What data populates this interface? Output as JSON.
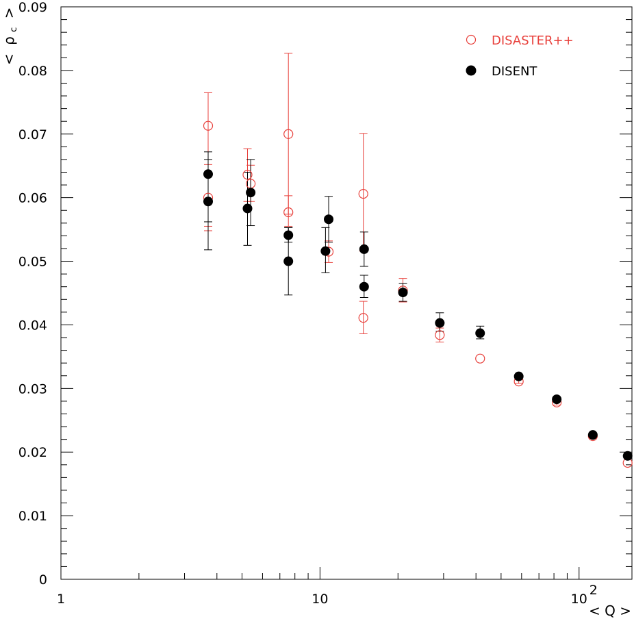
{
  "chart_data": {
    "type": "scatter",
    "title": "",
    "xlabel": "< Q >",
    "ylabel": "< ρc >",
    "ylabel_main": "ρ",
    "ylabel_sub": "c",
    "xscale": "log",
    "xlim": [
      1,
      160
    ],
    "ylim": [
      0,
      0.09
    ],
    "y_ticks": [
      0,
      0.01,
      0.02,
      0.03,
      0.04,
      0.05,
      0.06,
      0.07,
      0.08,
      0.09
    ],
    "y_tick_labels": [
      "0",
      "0.01",
      "0.02",
      "0.03",
      "0.04",
      "0.05",
      "0.06",
      "0.07",
      "0.08",
      "0.09"
    ],
    "x_ticks": [
      1,
      10,
      100
    ],
    "x_tick_labels": [
      {
        "base": "1",
        "exp": ""
      },
      {
        "base": "10",
        "exp": ""
      },
      {
        "base": "10",
        "exp": "2"
      }
    ],
    "grid": false,
    "legend_position": "top-right",
    "series": [
      {
        "name": "DISASTER++",
        "marker": "open-circle",
        "color": "#e8413c",
        "points": [
          {
            "x": 3.7,
            "y": 0.0713,
            "lo": 0.0548,
            "hi": 0.0765
          },
          {
            "x": 3.7,
            "y": 0.06,
            "lo": 0.0555,
            "hi": 0.0652
          },
          {
            "x": 5.25,
            "y": 0.0636,
            "lo": 0.0594,
            "hi": 0.0677
          },
          {
            "x": 5.4,
            "y": 0.0622,
            "lo": 0.0594,
            "hi": 0.0651
          },
          {
            "x": 7.55,
            "y": 0.07,
            "lo": 0.0574,
            "hi": 0.0827
          },
          {
            "x": 7.55,
            "y": 0.0577,
            "lo": 0.0555,
            "hi": 0.0603
          },
          {
            "x": 10.8,
            "y": 0.0515,
            "lo": 0.0498,
            "hi": 0.0532
          },
          {
            "x": 14.7,
            "y": 0.0606,
            "lo": 0.0516,
            "hi": 0.0701
          },
          {
            "x": 14.7,
            "y": 0.0411,
            "lo": 0.0386,
            "hi": 0.0437
          },
          {
            "x": 20.9,
            "y": 0.0454,
            "lo": 0.0436,
            "hi": 0.0473
          },
          {
            "x": 29.0,
            "y": 0.0384,
            "lo": 0.0373,
            "hi": 0.0395
          },
          {
            "x": 41.5,
            "y": 0.0347,
            "lo": 0.0347,
            "hi": 0.0347
          },
          {
            "x": 58.5,
            "y": 0.0311,
            "lo": 0.0308,
            "hi": 0.0314
          },
          {
            "x": 82.0,
            "y": 0.0278,
            "lo": 0.0274,
            "hi": 0.0282
          },
          {
            "x": 113.0,
            "y": 0.0225,
            "lo": 0.0222,
            "hi": 0.0228
          },
          {
            "x": 154.0,
            "y": 0.0183,
            "lo": 0.0183,
            "hi": 0.0183
          }
        ]
      },
      {
        "name": "DISENT",
        "marker": "filled-circle",
        "color": "#000000",
        "points": [
          {
            "x": 3.7,
            "y": 0.0637,
            "lo": 0.0562,
            "hi": 0.0672
          },
          {
            "x": 3.7,
            "y": 0.0594,
            "lo": 0.0518,
            "hi": 0.066
          },
          {
            "x": 5.25,
            "y": 0.0583,
            "lo": 0.0525,
            "hi": 0.064
          },
          {
            "x": 5.4,
            "y": 0.0608,
            "lo": 0.0556,
            "hi": 0.066
          },
          {
            "x": 7.55,
            "y": 0.0541,
            "lo": 0.053,
            "hi": 0.0553
          },
          {
            "x": 7.55,
            "y": 0.05,
            "lo": 0.0447,
            "hi": 0.0553
          },
          {
            "x": 10.5,
            "y": 0.0516,
            "lo": 0.0482,
            "hi": 0.0553
          },
          {
            "x": 10.8,
            "y": 0.0566,
            "lo": 0.053,
            "hi": 0.0602
          },
          {
            "x": 14.8,
            "y": 0.0519,
            "lo": 0.0492,
            "hi": 0.0546
          },
          {
            "x": 14.8,
            "y": 0.046,
            "lo": 0.0443,
            "hi": 0.0478
          },
          {
            "x": 20.9,
            "y": 0.0451,
            "lo": 0.0437,
            "hi": 0.0465
          },
          {
            "x": 29.0,
            "y": 0.0403,
            "lo": 0.039,
            "hi": 0.0419
          },
          {
            "x": 41.5,
            "y": 0.0387,
            "lo": 0.0378,
            "hi": 0.0398
          },
          {
            "x": 58.5,
            "y": 0.0319,
            "lo": 0.0319,
            "hi": 0.0319
          },
          {
            "x": 82.0,
            "y": 0.0283,
            "lo": 0.0283,
            "hi": 0.0283
          },
          {
            "x": 113.0,
            "y": 0.0227,
            "lo": 0.0227,
            "hi": 0.0227
          },
          {
            "x": 154.0,
            "y": 0.0194,
            "lo": 0.0194,
            "hi": 0.0194
          }
        ]
      }
    ]
  }
}
